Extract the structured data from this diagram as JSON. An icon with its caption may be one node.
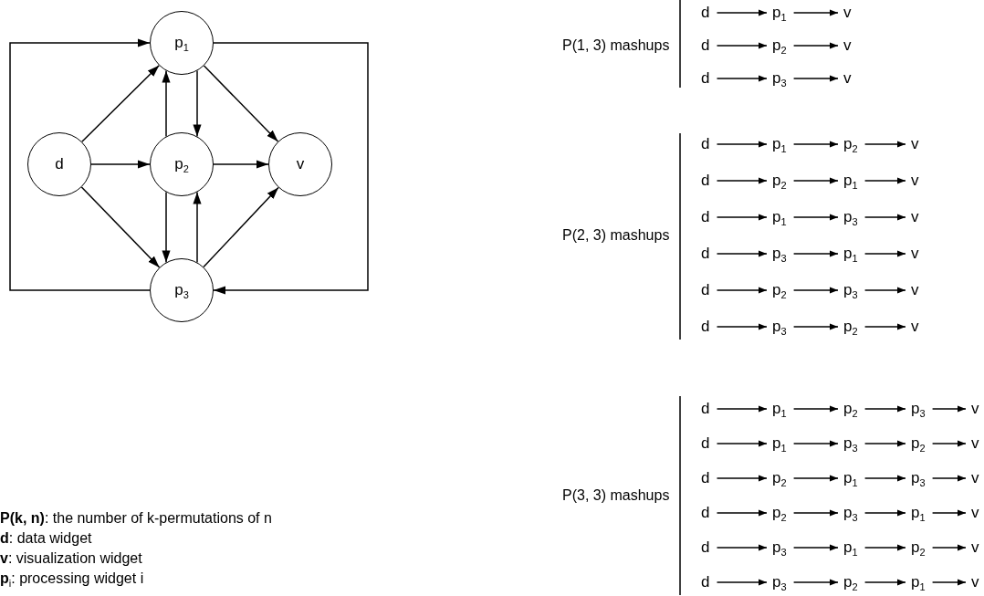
{
  "diagram": {
    "nodes": [
      {
        "text": [
          "p$_{1}$"
        ]
      },
      {
        "text": [
          "d"
        ]
      },
      {
        "text": [
          "p$_{2}$"
        ]
      },
      {
        "text": [
          "v"
        ]
      },
      {
        "text": [
          "p$_{3}$"
        ]
      },
      {
        "text": [
          "d"
        ]
      },
      {
        "text": [
          "p$_{1}$"
        ]
      },
      {
        "text": [
          "v"
        ]
      },
      {
        "text": [
          "d"
        ]
      },
      {
        "text": [
          "p$_{2}$"
        ]
      },
      {
        "text": [
          "v"
        ]
      },
      {
        "text": [
          "d"
        ]
      },
      {
        "text": [
          "p$_{3}$"
        ]
      },
      {
        "text": [
          "v"
        ]
      },
      {
        "text": [
          "d"
        ]
      },
      {
        "text": [
          "p$_{1}$"
        ]
      },
      {
        "text": [
          "p$_{2}$"
        ]
      },
      {
        "text": [
          "v"
        ]
      },
      {
        "text": [
          "d"
        ]
      },
      {
        "text": [
          "p$_{2}$"
        ]
      },
      {
        "text": [
          "p$_{1}$"
        ]
      },
      {
        "text": [
          "v"
        ]
      },
      {
        "text": [
          "d"
        ]
      },
      {
        "text": [
          "p$_{1}$"
        ]
      },
      {
        "text": [
          "p$_{3}$"
        ]
      },
      {
        "text": [
          "v"
        ]
      },
      {
        "text": [
          "d"
        ]
      },
      {
        "text": [
          "p$_{3}$"
        ]
      },
      {
        "text": [
          "p$_{1}$"
        ]
      },
      {
        "text": [
          "v"
        ]
      },
      {
        "text": [
          "d"
        ]
      },
      {
        "text": [
          "p$_{2}$"
        ]
      },
      {
        "text": [
          "p$_{3}$"
        ]
      },
      {
        "text": [
          "v"
        ]
      },
      {
        "text": [
          "d"
        ]
      },
      {
        "text": [
          "p$_{3}$"
        ]
      },
      {
        "text": [
          "p$_{2}$"
        ]
      },
      {
        "text": [
          "v"
        ]
      },
      {
        "text": [
          "d"
        ]
      },
      {
        "text": [
          "p$_{1}$"
        ]
      },
      {
        "text": [
          "p$_{2}$"
        ]
      },
      {
        "text": [
          "p$_{3}$"
        ]
      },
      {
        "text": [
          "v"
        ]
      },
      {
        "text": [
          "d"
        ]
      },
      {
        "text": [
          "p$_{1}$"
        ]
      },
      {
        "text": [
          "p$_{3}$"
        ]
      },
      {
        "text": [
          "p$_{2}$"
        ]
      },
      {
        "text": [
          "v"
        ]
      },
      {
        "text": [
          "d"
        ]
      },
      {
        "text": [
          "p$_{2}$"
        ]
      },
      {
        "text": [
          "p$_{1}$"
        ]
      },
      {
        "text": [
          "p$_{3}$"
        ]
      },
      {
        "text": [
          "v"
        ]
      },
      {
        "text": [
          "d"
        ]
      },
      {
        "text": [
          "p$_{2}$"
        ]
      },
      {
        "text": [
          "p$_{3}$"
        ]
      },
      {
        "text": [
          "p$_{1}$"
        ]
      },
      {
        "text": [
          "v"
        ]
      },
      {
        "text": [
          "d"
        ]
      },
      {
        "text": [
          "p$_{3}$"
        ]
      },
      {
        "text": [
          "p$_{1}$"
        ]
      },
      {
        "text": [
          "p$_{2}$"
        ]
      },
      {
        "text": [
          "v"
        ]
      },
      {
        "text": [
          "d"
        ]
      },
      {
        "text": [
          "p$_{3}$"
        ]
      },
      {
        "text": [
          "p$_{2}$"
        ]
      },
      {
        "text": [
          "p$_{1}$"
        ]
      },
      {
        "text": [
          "v"
        ]
      }
    ],
    "edges": [
      {
        "from": 1,
        "to": 0,
        "arrow": "to"
      },
      {
        "from": 1,
        "to": 2,
        "arrow": "to"
      },
      {
        "from": 1,
        "to": 4,
        "arrow": "to"
      },
      {
        "from": 0,
        "to": 3,
        "arrow": "to"
      },
      {
        "from": 2,
        "to": 3,
        "arrow": "to"
      },
      {
        "from": 4,
        "to": 3,
        "arrow": "to"
      },
      {
        "from": 2,
        "to": 0,
        "arrow": "to"
      },
      {
        "from": 0,
        "to": 2,
        "arrow": "to"
      },
      {
        "from": 2,
        "to": 4,
        "arrow": "to"
      },
      {
        "from": 4,
        "to": 2,
        "arrow": "to"
      },
      {
        "from": 4,
        "to": 0,
        "arrow": "to"
      },
      {
        "from": 0,
        "to": 4,
        "arrow": "to"
      },
      {
        "from": 5,
        "to": 6,
        "arrow": "to"
      },
      {
        "from": 6,
        "to": 7,
        "arrow": "to"
      },
      {
        "from": 8,
        "to": 9,
        "arrow": "to"
      },
      {
        "from": 9,
        "to": 10,
        "arrow": "to"
      },
      {
        "from": 11,
        "to": 12,
        "arrow": "to"
      },
      {
        "from": 12,
        "to": 13,
        "arrow": "to"
      },
      {
        "from": 14,
        "to": 15,
        "arrow": "to"
      },
      {
        "from": 15,
        "to": 16,
        "arrow": "to"
      },
      {
        "from": 16,
        "to": 17,
        "arrow": "to"
      },
      {
        "from": 18,
        "to": 19,
        "arrow": "to"
      },
      {
        "from": 19,
        "to": 20,
        "arrow": "to"
      },
      {
        "from": 20,
        "to": 21,
        "arrow": "to"
      },
      {
        "from": 22,
        "to": 23,
        "arrow": "to"
      },
      {
        "from": 23,
        "to": 24,
        "arrow": "to"
      },
      {
        "from": 24,
        "to": 25,
        "arrow": "to"
      },
      {
        "from": 26,
        "to": 27,
        "arrow": "to"
      },
      {
        "from": 27,
        "to": 28,
        "arrow": "to"
      },
      {
        "from": 28,
        "to": 29,
        "arrow": "to"
      },
      {
        "from": 30,
        "to": 31,
        "arrow": "to"
      },
      {
        "from": 31,
        "to": 32,
        "arrow": "to"
      },
      {
        "from": 32,
        "to": 33,
        "arrow": "to"
      },
      {
        "from": 34,
        "to": 35,
        "arrow": "to"
      },
      {
        "from": 35,
        "to": 36,
        "arrow": "to"
      },
      {
        "from": 36,
        "to": 37,
        "arrow": "to"
      },
      {
        "from": 38,
        "to": 39,
        "arrow": "to"
      },
      {
        "from": 39,
        "to": 40,
        "arrow": "to"
      },
      {
        "from": 40,
        "to": 41,
        "arrow": "to"
      },
      {
        "from": 41,
        "to": 42,
        "arrow": "to"
      },
      {
        "from": 43,
        "to": 44,
        "arrow": "to"
      },
      {
        "from": 44,
        "to": 45,
        "arrow": "to"
      },
      {
        "from": 45,
        "to": 46,
        "arrow": "to"
      },
      {
        "from": 46,
        "to": 47,
        "arrow": "to"
      },
      {
        "from": 48,
        "to": 49,
        "arrow": "to"
      },
      {
        "from": 49,
        "to": 50,
        "arrow": "to"
      },
      {
        "from": 50,
        "to": 51,
        "arrow": "to"
      },
      {
        "from": 51,
        "to": 52,
        "arrow": "to"
      },
      {
        "from": 53,
        "to": 54,
        "arrow": "to"
      },
      {
        "from": 54,
        "to": 55,
        "arrow": "to"
      },
      {
        "from": 55,
        "to": 56,
        "arrow": "to"
      },
      {
        "from": 56,
        "to": 57,
        "arrow": "to"
      },
      {
        "from": 58,
        "to": 59,
        "arrow": "to"
      },
      {
        "from": 59,
        "to": 60,
        "arrow": "to"
      },
      {
        "from": 60,
        "to": 61,
        "arrow": "to"
      },
      {
        "from": 61,
        "to": 62,
        "arrow": "to"
      },
      {
        "from": 63,
        "to": 64,
        "arrow": "to"
      },
      {
        "from": 64,
        "to": 65,
        "arrow": "to"
      },
      {
        "from": 65,
        "to": 66,
        "arrow": "to"
      },
      {
        "from": 66,
        "to": 67,
        "arrow": "to"
      }
    ],
    "labels": [
      "P(1, 3) mashups",
      "P(2, 3) mashups",
      "P(3, 3) mashups",
      "**P(k, n)**: the number of k-permutations of n",
      "**d**: data widget",
      "**v**: visualization widget",
      "**p**$_{i}$: processing widget i"
    ]
  }
}
